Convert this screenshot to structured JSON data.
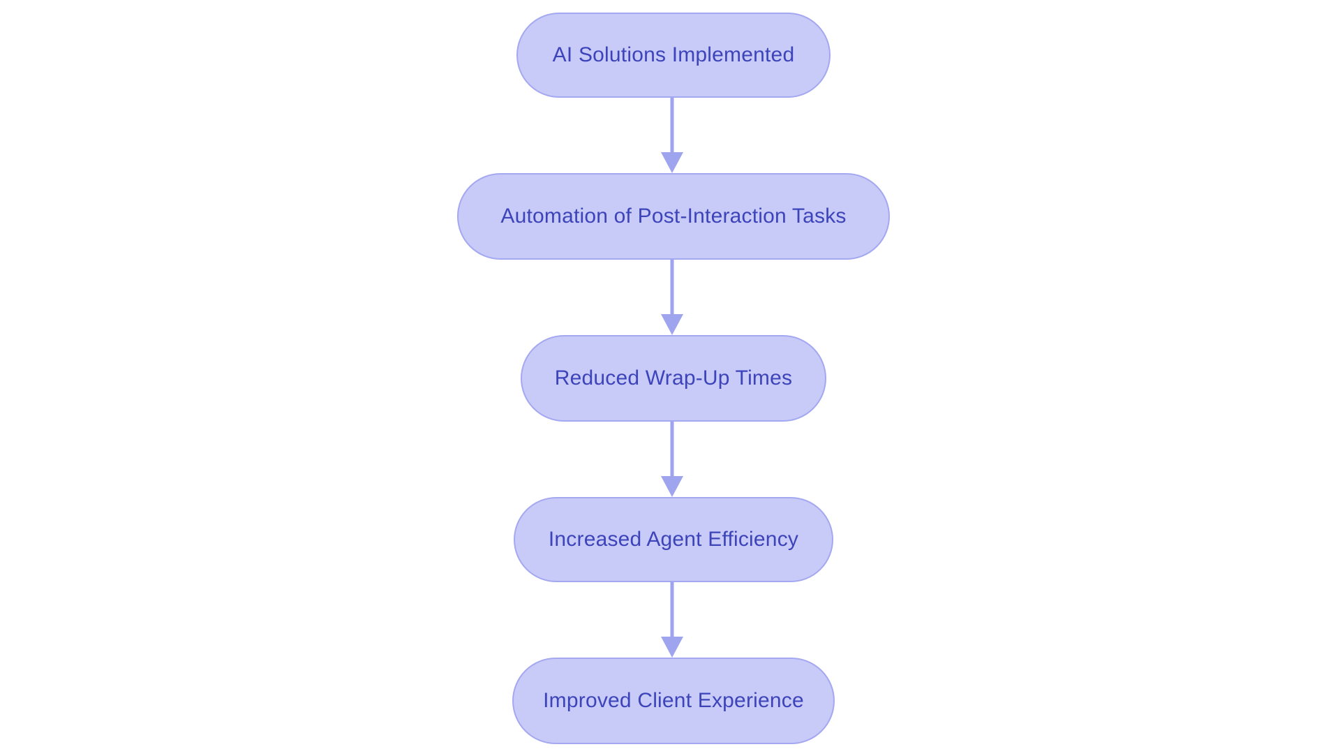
{
  "diagram": {
    "type": "flowchart",
    "direction": "top-down",
    "nodes": [
      {
        "id": "n1",
        "label": "AI Solutions Implemented"
      },
      {
        "id": "n2",
        "label": "Automation of Post-Interaction Tasks"
      },
      {
        "id": "n3",
        "label": "Reduced Wrap-Up Times"
      },
      {
        "id": "n4",
        "label": "Increased Agent Efficiency"
      },
      {
        "id": "n5",
        "label": "Improved Client Experience"
      }
    ],
    "edges": [
      {
        "from": "n1",
        "to": "n2"
      },
      {
        "from": "n2",
        "to": "n3"
      },
      {
        "from": "n3",
        "to": "n4"
      },
      {
        "from": "n4",
        "to": "n5"
      }
    ],
    "colors": {
      "background": "#ffffff",
      "node_fill": "#c8cbf8",
      "node_border": "#a3a8f0",
      "node_text": "#3d44ba",
      "arrow": "#9fa4ef"
    }
  }
}
